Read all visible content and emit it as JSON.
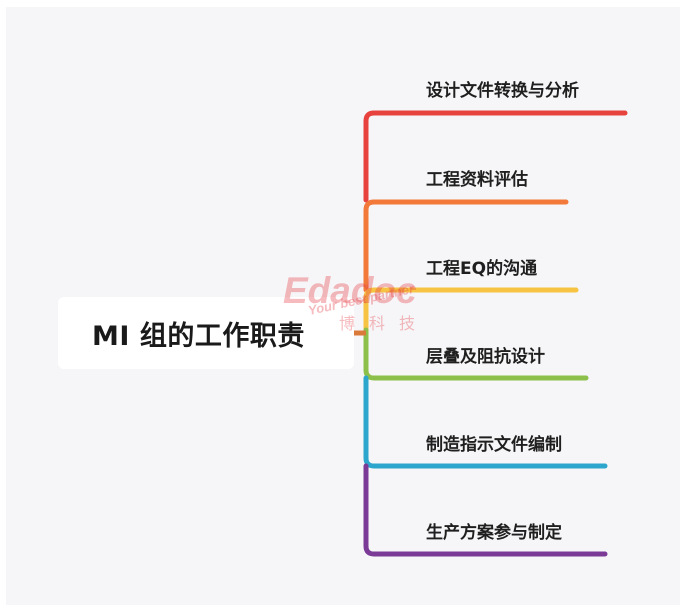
{
  "mindmap": {
    "root": {
      "title": "MI 组的工作职责"
    },
    "branches": [
      {
        "label": "设计文件转换与分析",
        "color": "#e8423f"
      },
      {
        "label": "工程资料评估",
        "color": "#f2793a"
      },
      {
        "label": "工程EQ的沟通",
        "color": "#f6c343"
      },
      {
        "label": "层叠及阻抗设计",
        "color": "#8cc04b"
      },
      {
        "label": "制造指示文件编制",
        "color": "#2ca6cc"
      },
      {
        "label": "生产方案参与制定",
        "color": "#7b3a96"
      }
    ]
  },
  "watermark": {
    "brand": "Edadoc",
    "tagline": "Your best partner",
    "chinese": "博科技"
  }
}
